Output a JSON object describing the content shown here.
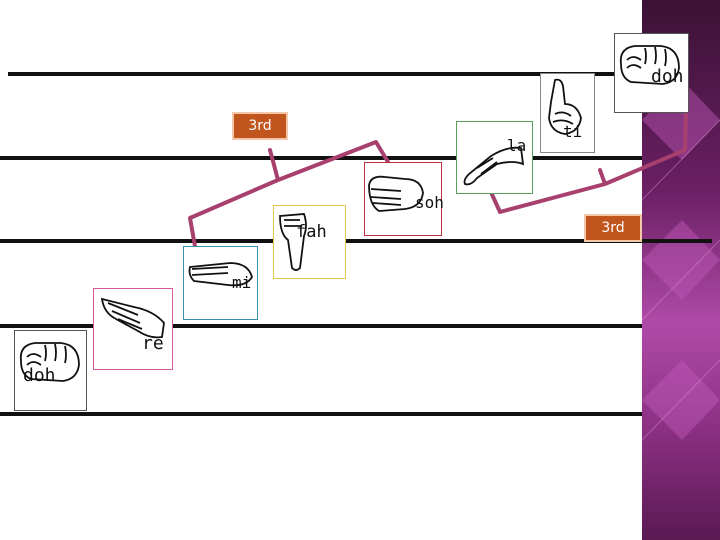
{
  "cards": [
    {
      "id": "doh-low",
      "syllable": "doh",
      "hand": "fist",
      "border": "#555555"
    },
    {
      "id": "re",
      "syllable": "re",
      "hand": "slant-up",
      "border": "#d65aa0"
    },
    {
      "id": "mi",
      "syllable": "mi",
      "hand": "flat",
      "border": "#3a8fb0"
    },
    {
      "id": "fah",
      "syllable": "fah",
      "hand": "thumb-down",
      "border": "#e8c84a"
    },
    {
      "id": "soh",
      "syllable": "soh",
      "hand": "palm-side",
      "border": "#c0303a"
    },
    {
      "id": "la",
      "syllable": "la",
      "hand": "drooping",
      "border": "#5aa05a"
    },
    {
      "id": "ti",
      "syllable": "ti",
      "hand": "pointing-up",
      "border": "#888888"
    },
    {
      "id": "doh-high",
      "syllable": "doh",
      "hand": "fist",
      "border": "#555555"
    }
  ],
  "badges": [
    {
      "label": "3rd"
    },
    {
      "label": "3rd"
    }
  ],
  "colors": {
    "bracket": "#a8406f",
    "badge_bg": "#c0561e",
    "sidebar": "#8a2f82"
  }
}
